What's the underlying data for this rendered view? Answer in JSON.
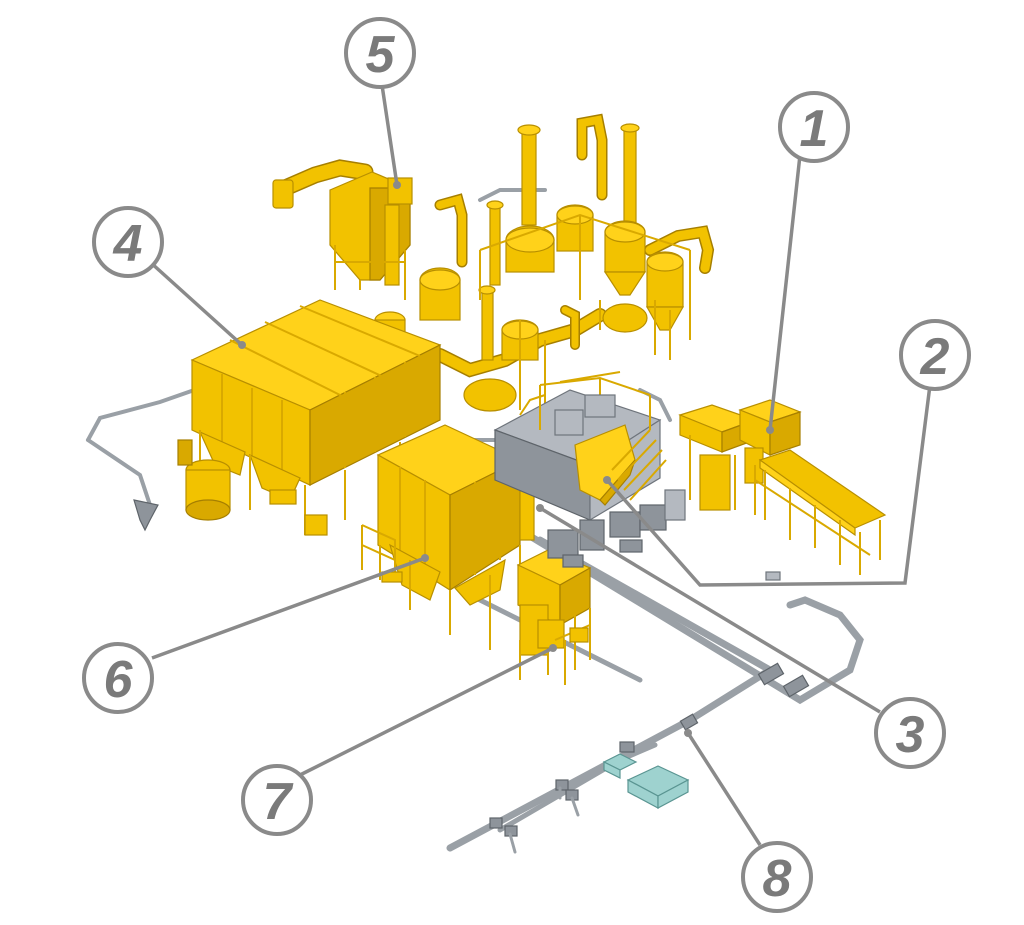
{
  "callouts": [
    {
      "id": "1",
      "label": "1"
    },
    {
      "id": "2",
      "label": "2"
    },
    {
      "id": "3",
      "label": "3"
    },
    {
      "id": "4",
      "label": "4"
    },
    {
      "id": "5",
      "label": "5"
    },
    {
      "id": "6",
      "label": "6"
    },
    {
      "id": "7",
      "label": "7"
    },
    {
      "id": "8",
      "label": "8"
    }
  ],
  "colors": {
    "equipment": "#f2c200",
    "equipment_dark": "#d9a900",
    "grey_module": "#b4b9c0",
    "leader_line": "#8a8a8a",
    "callout_circle": "#ffffff",
    "callout_text": "#7a7a7a",
    "tank": "#9ed2cf"
  }
}
